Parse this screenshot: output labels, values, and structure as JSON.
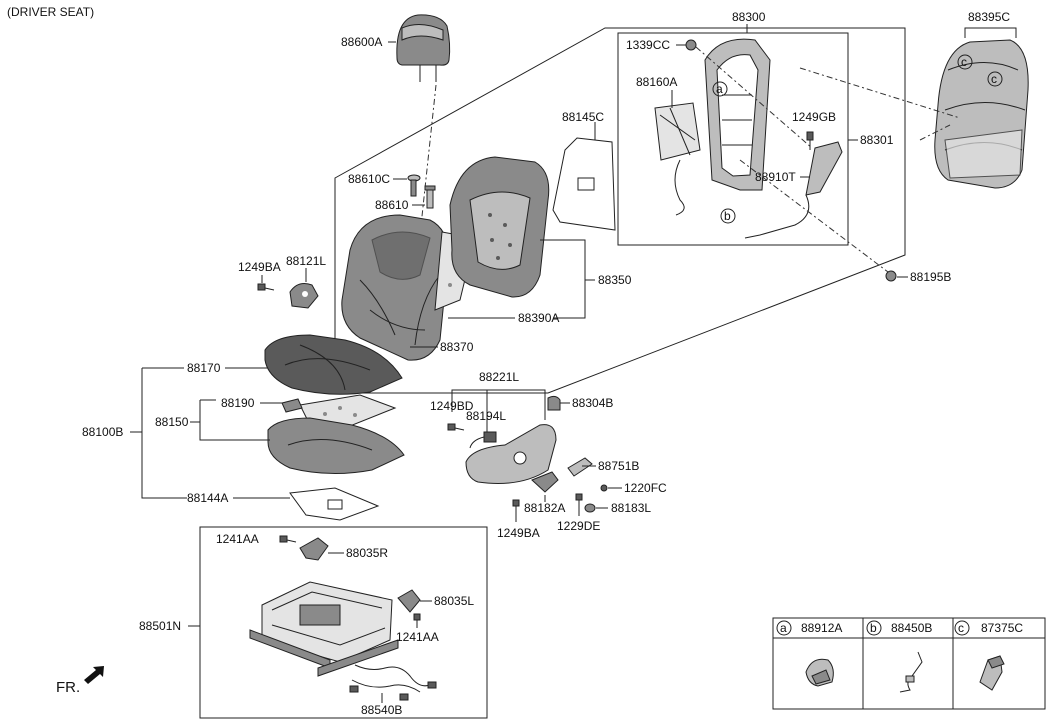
{
  "header": {
    "title": "(DRIVER SEAT)"
  },
  "labels": {
    "p88300": "88300",
    "p88395C": "88395C",
    "p88600A": "88600A",
    "p1339CC": "1339CC",
    "p88160A": "88160A",
    "p1249GB": "1249GB",
    "p88301": "88301",
    "p88910T": "88910T",
    "p88145C": "88145C",
    "p88610C": "88610C",
    "p88610": "88610",
    "p88350": "88350",
    "p1249BA_top": "1249BA",
    "p88121L": "88121L",
    "p88390A": "88390A",
    "p88195B": "88195B",
    "p88370": "88370",
    "p88170": "88170",
    "p88221L": "88221L",
    "p1249BD": "1249BD",
    "p88304B": "88304B",
    "p88194L": "88194L",
    "p88190": "88190",
    "p88150": "88150",
    "p88100B": "88100B",
    "p88751B": "88751B",
    "p1220FC": "1220FC",
    "p88144A": "88144A",
    "p88182A": "88182A",
    "p88183L": "88183L",
    "p1229DE": "1229DE",
    "p1249BA_bot": "1249BA",
    "p1241AA_top": "1241AA",
    "p88035R": "88035R",
    "p88035L": "88035L",
    "p88501N": "88501N",
    "p1241AA_bot": "1241AA",
    "p88540B": "88540B"
  },
  "callouts": {
    "a": "a",
    "b": "b",
    "c": "c"
  },
  "legend": {
    "items": [
      {
        "key": "a",
        "part": "88912A"
      },
      {
        "key": "b",
        "part": "88450B"
      },
      {
        "key": "c",
        "part": "87375C"
      }
    ]
  },
  "footer": {
    "direction": "FR."
  }
}
